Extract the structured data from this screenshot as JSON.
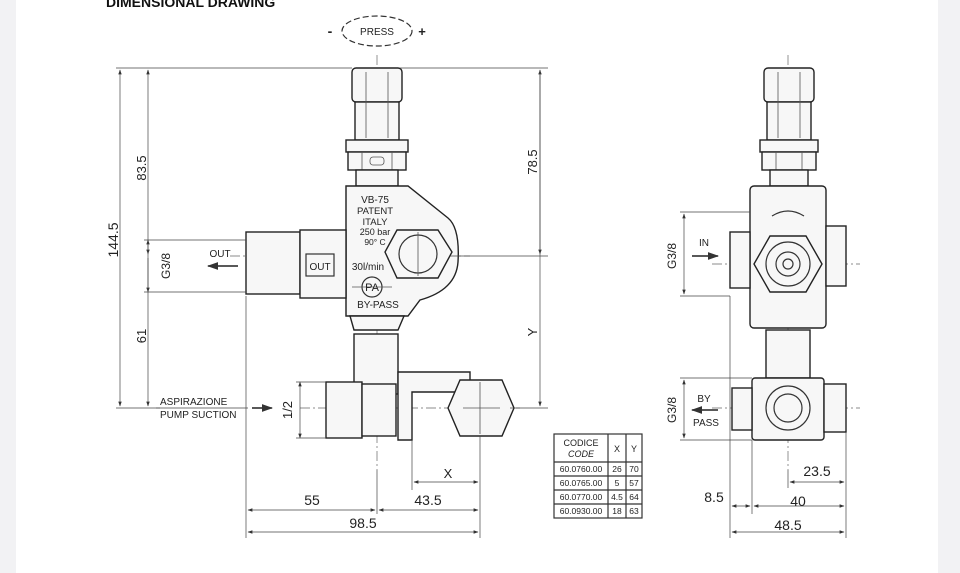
{
  "title": "DIMENSIONAL DRAWING",
  "press": {
    "label": "PRESS",
    "minus": "-",
    "plus": "+"
  },
  "valve_marking": [
    "VB-75",
    "PATENT",
    "ITALY",
    "250 bar",
    "90° C"
  ],
  "flow_label": "30l/min",
  "logo": "PA",
  "bypass_label": "BY-PASS",
  "out_label": "OUT",
  "out_box_label": "OUT",
  "suction_label": [
    "ASPIRAZIONE",
    "PUMP SUCTION"
  ],
  "side_labels": {
    "in": "IN",
    "by": "BY",
    "pass": "PASS"
  },
  "dims": {
    "d144_5": "144.5",
    "d83_5": "83.5",
    "g38_left": "G3/8",
    "d61": "61",
    "d78_5": "78.5",
    "y": "Y",
    "half": "1/2",
    "x": "X",
    "d55": "55",
    "d43_5": "43.5",
    "d98_5": "98.5",
    "g38_in": "G3/8",
    "g38_by": "G3/8",
    "d23_5": "23.5",
    "d8_5": "8.5",
    "d40": "40",
    "d48_5": "48.5"
  },
  "table": {
    "head": {
      "codice": "CODICE",
      "code": "CODE",
      "x": "X",
      "y": "Y"
    },
    "rows": [
      {
        "code": "60.0760.00",
        "x": "26",
        "y": "70"
      },
      {
        "code": "60.0765.00",
        "x": "5",
        "y": "57"
      },
      {
        "code": "60.0770.00",
        "x": "4.5",
        "y": "64"
      },
      {
        "code": "60.0930.00",
        "x": "18",
        "y": "63"
      }
    ]
  }
}
